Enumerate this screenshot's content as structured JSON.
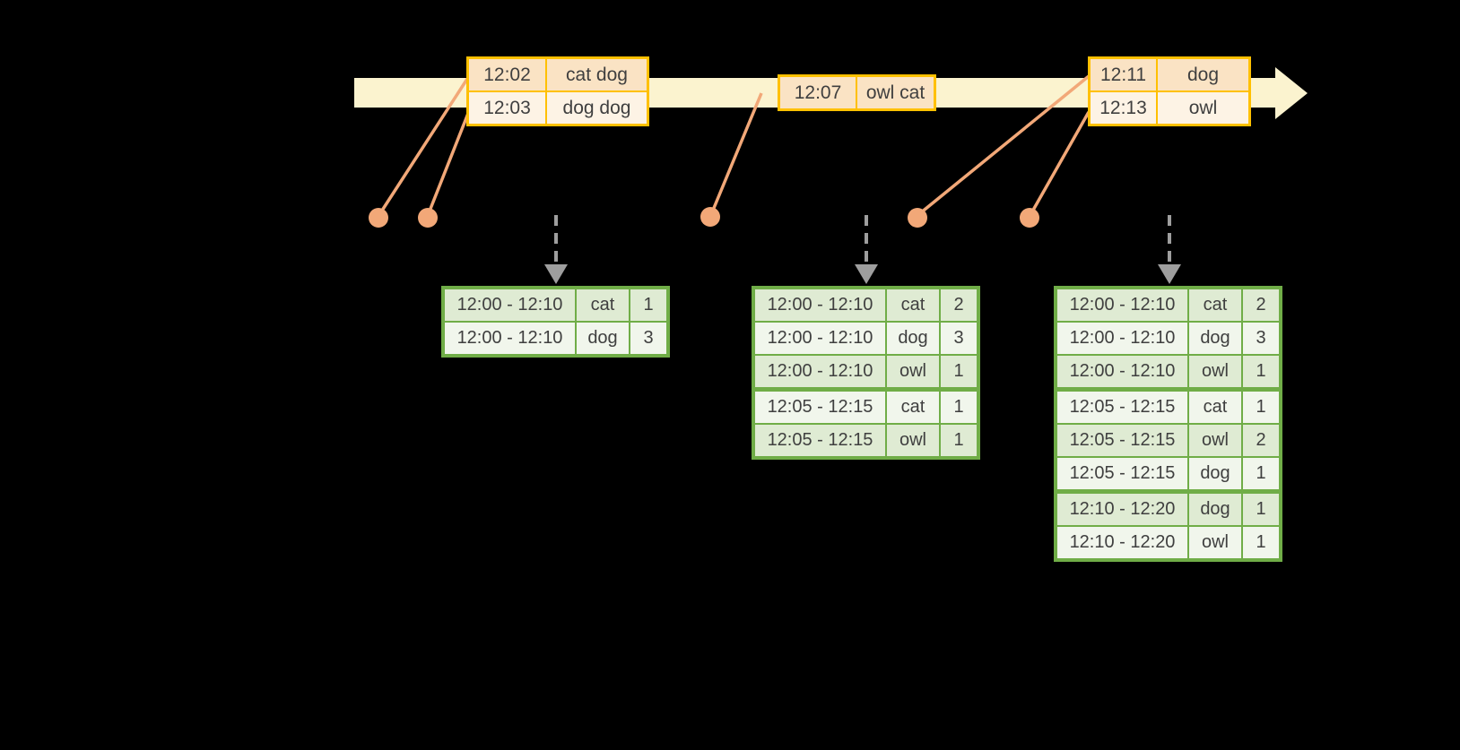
{
  "colors": {
    "background": "#000000",
    "band": "#FBF3CF",
    "gold": "#FFC000",
    "peach-dark": "#FAE3C4",
    "peach-light": "#FDF3E5",
    "connector": "#F2A878",
    "green": "#70AD47",
    "green-row-dark": "#DFEBD3",
    "green-row-light": "#F1F6EC",
    "arrow-gray": "#9E9E9E",
    "ink": "#3F3F3F"
  },
  "event_tables": [
    {
      "rows": [
        {
          "time": "12:02",
          "words": "cat dog"
        },
        {
          "time": "12:03",
          "words": "dog dog"
        }
      ]
    },
    {
      "rows": [
        {
          "time": "12:07",
          "words": "owl cat"
        }
      ]
    },
    {
      "rows": [
        {
          "time": "12:11",
          "words": "dog"
        },
        {
          "time": "12:13",
          "words": "owl"
        }
      ]
    }
  ],
  "result_tables": [
    {
      "rows": [
        {
          "window": "12:00 - 12:10",
          "word": "cat",
          "count": "1"
        },
        {
          "window": "12:00 - 12:10",
          "word": "dog",
          "count": "3"
        }
      ]
    },
    {
      "rows": [
        {
          "window": "12:00 - 12:10",
          "word": "cat",
          "count": "2"
        },
        {
          "window": "12:00 - 12:10",
          "word": "dog",
          "count": "3"
        },
        {
          "window": "12:00 - 12:10",
          "word": "owl",
          "count": "1"
        },
        {
          "window": "12:05 - 12:15",
          "word": "cat",
          "count": "1"
        },
        {
          "window": "12:05 - 12:15",
          "word": "owl",
          "count": "1"
        }
      ]
    },
    {
      "rows": [
        {
          "window": "12:00 - 12:10",
          "word": "cat",
          "count": "2"
        },
        {
          "window": "12:00 - 12:10",
          "word": "dog",
          "count": "3"
        },
        {
          "window": "12:00 - 12:10",
          "word": "owl",
          "count": "1"
        },
        {
          "window": "12:05 - 12:15",
          "word": "cat",
          "count": "1"
        },
        {
          "window": "12:05 - 12:15",
          "word": "owl",
          "count": "2"
        },
        {
          "window": "12:05 - 12:15",
          "word": "dog",
          "count": "1"
        },
        {
          "window": "12:10 - 12:20",
          "word": "dog",
          "count": "1"
        },
        {
          "window": "12:10 - 12:20",
          "word": "owl",
          "count": "1"
        }
      ]
    }
  ]
}
